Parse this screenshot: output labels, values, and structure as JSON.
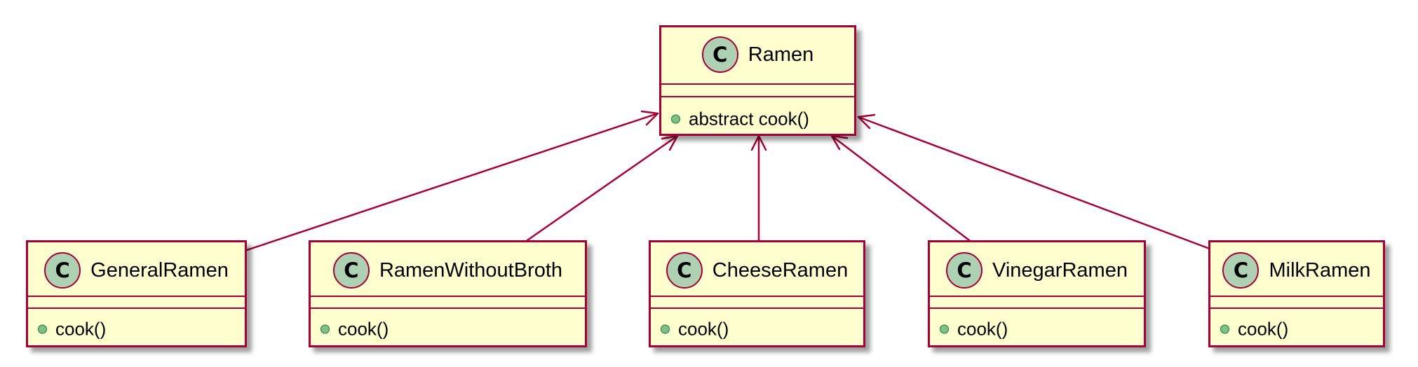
{
  "colors": {
    "box_fill": "#fefece",
    "box_border": "#a80036",
    "badge_fill": "#add1b2",
    "method_dot_fill": "#84be84",
    "method_dot_border": "#038048",
    "edge_color": "#a80036"
  },
  "classes": {
    "ramen": {
      "badge": "C",
      "name": "Ramen",
      "method": "abstract cook()"
    },
    "general_ramen": {
      "badge": "C",
      "name": "GeneralRamen",
      "method": "cook()"
    },
    "ramen_without_broth": {
      "badge": "C",
      "name": "RamenWithoutBroth",
      "method": "cook()"
    },
    "cheese_ramen": {
      "badge": "C",
      "name": "CheeseRamen",
      "method": "cook()"
    },
    "vinegar_ramen": {
      "badge": "C",
      "name": "VinegarRamen",
      "method": "cook()"
    },
    "milk_ramen": {
      "badge": "C",
      "name": "MilkRamen",
      "method": "cook()"
    }
  },
  "relations": [
    {
      "from": "GeneralRamen",
      "to": "Ramen"
    },
    {
      "from": "RamenWithoutBroth",
      "to": "Ramen"
    },
    {
      "from": "CheeseRamen",
      "to": "Ramen"
    },
    {
      "from": "VinegarRamen",
      "to": "Ramen"
    },
    {
      "from": "MilkRamen",
      "to": "Ramen"
    }
  ]
}
